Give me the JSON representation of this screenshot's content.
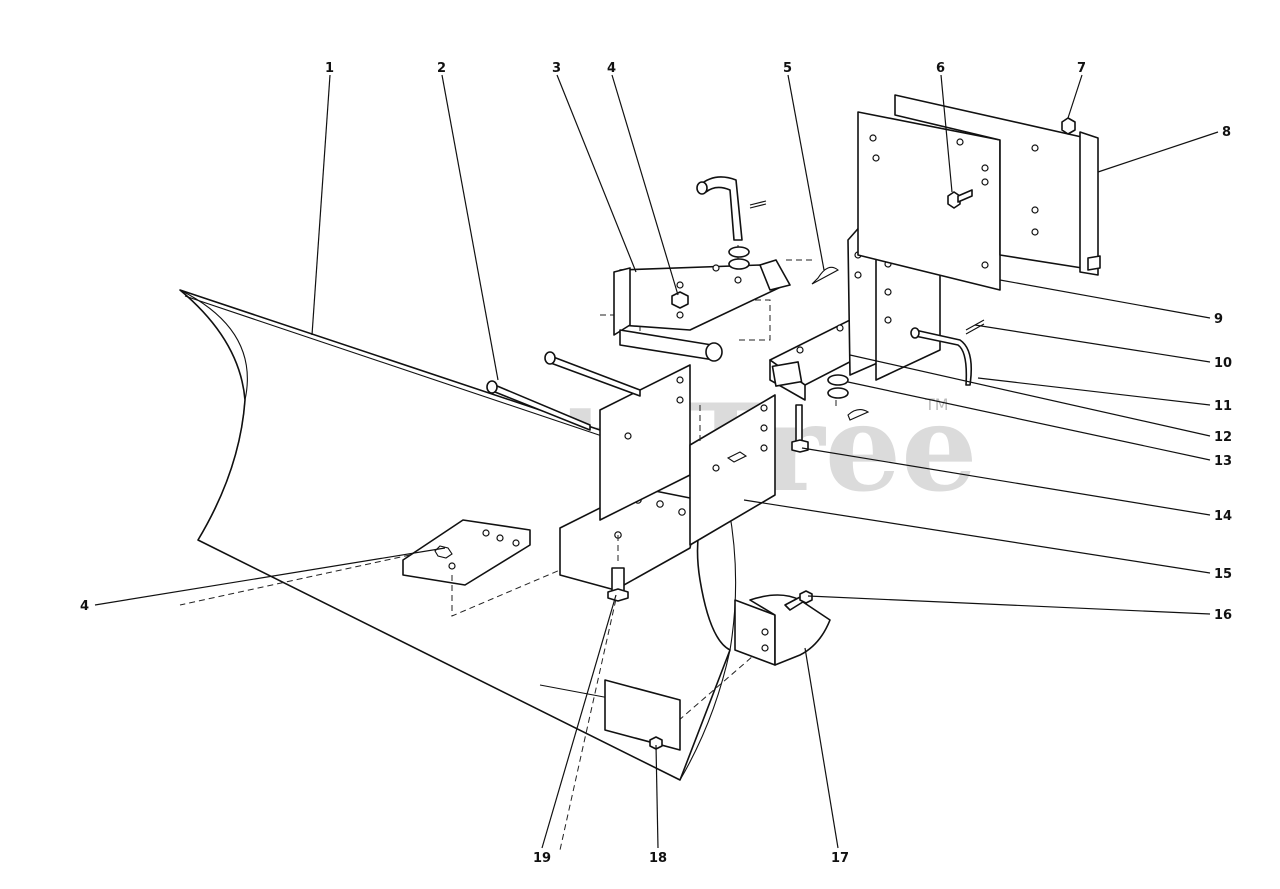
{
  "watermark": {
    "text": "PartsTree",
    "trademark": "TM"
  },
  "callouts": {
    "c1": "1",
    "c2": "2",
    "c3": "3",
    "c4a": "4",
    "c5": "5",
    "c6": "6",
    "c7": "7",
    "c8": "8",
    "c9": "9",
    "c10": "10",
    "c11": "11",
    "c12": "12",
    "c13": "13",
    "c14": "14",
    "c15": "15",
    "c16": "16",
    "c4b": "4",
    "c17": "17",
    "c18": "18",
    "c19": "19"
  }
}
